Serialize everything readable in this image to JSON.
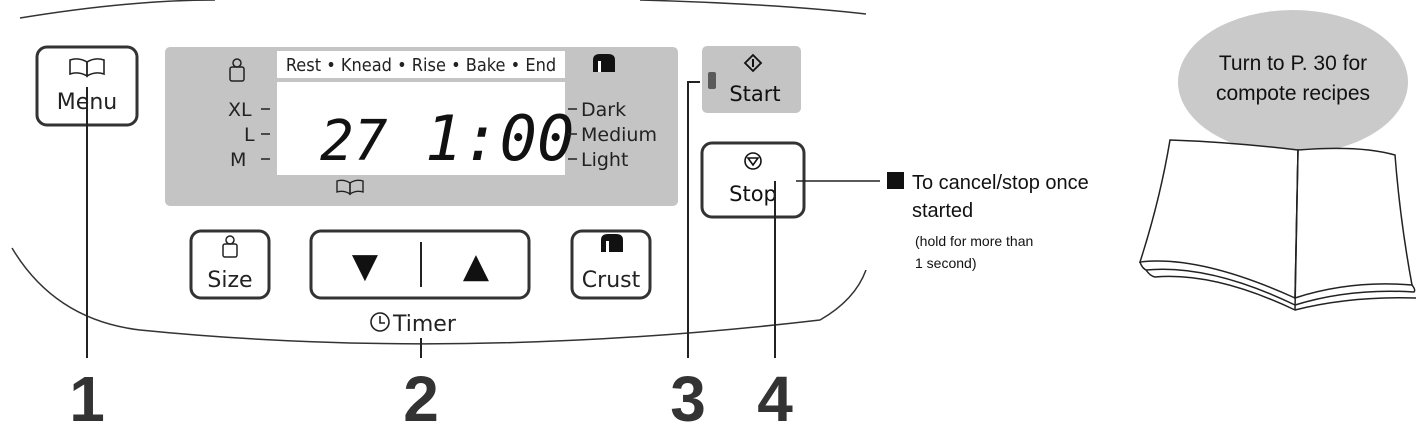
{
  "panel": {
    "menu_label": "Menu",
    "size_label": "Size",
    "crust_label": "Crust",
    "start_label": "Start",
    "stop_label": "Stop",
    "timer_label": "Timer",
    "down_arrow": "▼",
    "up_arrow": "▲"
  },
  "display": {
    "stages": "Rest • Knead • Rise • Bake • End",
    "menu_number": "27",
    "time": "1:00",
    "sizes": [
      "XL",
      "L",
      "M"
    ],
    "crusts": [
      "Dark",
      "Medium",
      "Light"
    ]
  },
  "callouts": {
    "numbers": [
      "1",
      "2",
      "3",
      "4"
    ],
    "stop_note_line1": "To cancel/stop once",
    "stop_note_line2": "started",
    "stop_note_sub1": "(hold for more than",
    "stop_note_sub2": "1 second)"
  },
  "recipe_bubble": {
    "line1": "Turn to P. 30 for",
    "line2": "compote recipes"
  },
  "icons": [
    "book-icon",
    "weight-icon",
    "bread-icon",
    "start-icon",
    "stop-icon",
    "timer-icon",
    "start-indicator-led"
  ],
  "colors": {
    "display_gray": "#c4c4c4",
    "lcd_white": "#ffffff",
    "bubble_gray": "#cacaca",
    "line": "#2a2a2a"
  }
}
